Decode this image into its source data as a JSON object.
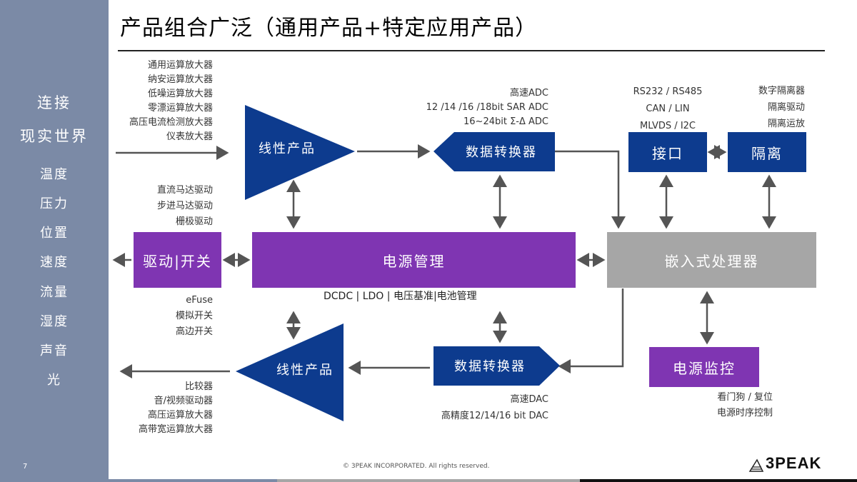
{
  "slide": {
    "title": "产品组合广泛（通用产品+特定应用产品）",
    "page_number": "7",
    "copyright": "© 3PEAK INCORPORATED. All rights reserved.",
    "logo_text": "3PEAK"
  },
  "sidebar": {
    "heading_line1": "连接",
    "heading_line2": "现实世界",
    "items": [
      "温度",
      "压力",
      "位置",
      "速度",
      "流量",
      "湿度",
      "声音",
      "光"
    ]
  },
  "blocks": {
    "linear_top": "线性产品",
    "adc_converter": "数据转换器",
    "interface": "接口",
    "isolation": "隔离",
    "drive_switch": "驱动|开关",
    "power_mgmt": "电源管理",
    "processor": "嵌入式处理器",
    "linear_bottom": "线性产品",
    "dac_converter": "数据转换器",
    "power_monitor": "电源监控"
  },
  "labels": {
    "amplifiers": [
      "通用运算放大器",
      "纳安运算放大器",
      "低噪运算放大器",
      "零漂运算放大器",
      "高压电流检测放大器",
      "仪表放大器"
    ],
    "adc": [
      "高速ADC",
      "12 /14 /16 /18bit SAR ADC",
      "16~24bit Σ-Δ ADC"
    ],
    "interface": [
      "RS232 / RS485",
      "CAN / LIN",
      "MLVDS / I2C"
    ],
    "isolation": [
      "数字隔离器",
      "隔离驱动",
      "隔离运放"
    ],
    "drivers": [
      "直流马达驱动",
      "步进马达驱动",
      "栅极驱动"
    ],
    "switches": [
      "eFuse",
      "模拟开关",
      "高边开关"
    ],
    "power": "DCDC | LDO |  电压基准|电池管理",
    "outputs": [
      "比较器",
      "音/视频驱动器",
      "高压运算放大器",
      "高带宽运算放大器"
    ],
    "dac": [
      "高速DAC",
      "高精度12/14/16 bit DAC"
    ],
    "monitor": [
      "看门狗 / 复位",
      "电源时序控制"
    ]
  }
}
